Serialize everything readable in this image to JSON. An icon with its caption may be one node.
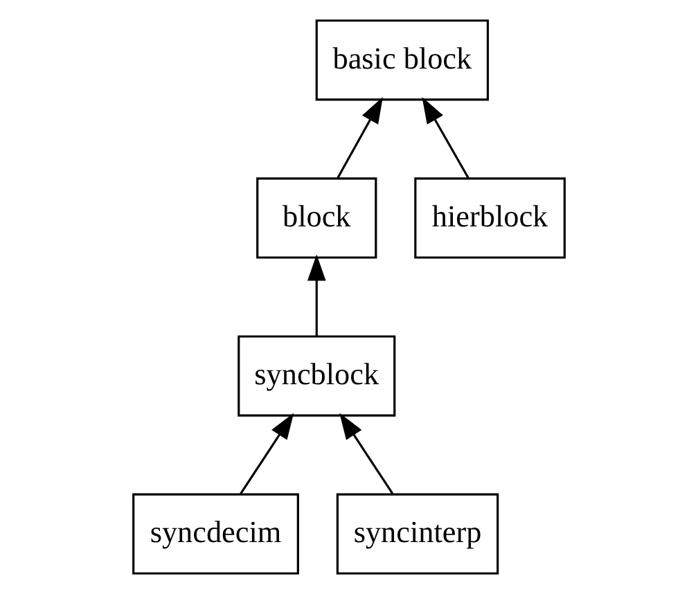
{
  "diagram": {
    "nodes": [
      {
        "text": [
          "basic block"
        ]
      },
      {
        "text": [
          "block"
        ]
      },
      {
        "text": [
          "hierblock"
        ]
      },
      {
        "text": [
          "syncblock"
        ]
      },
      {
        "text": [
          "syncdecim"
        ]
      },
      {
        "text": [
          "syncinterp"
        ]
      }
    ],
    "edges": [
      {
        "from": 1,
        "to": 0,
        "arrow": "to"
      },
      {
        "from": 2,
        "to": 0,
        "arrow": "to"
      },
      {
        "from": 3,
        "to": 1,
        "arrow": "to"
      },
      {
        "from": 4,
        "to": 3,
        "arrow": "to"
      },
      {
        "from": 5,
        "to": 3,
        "arrow": "to"
      }
    ]
  }
}
